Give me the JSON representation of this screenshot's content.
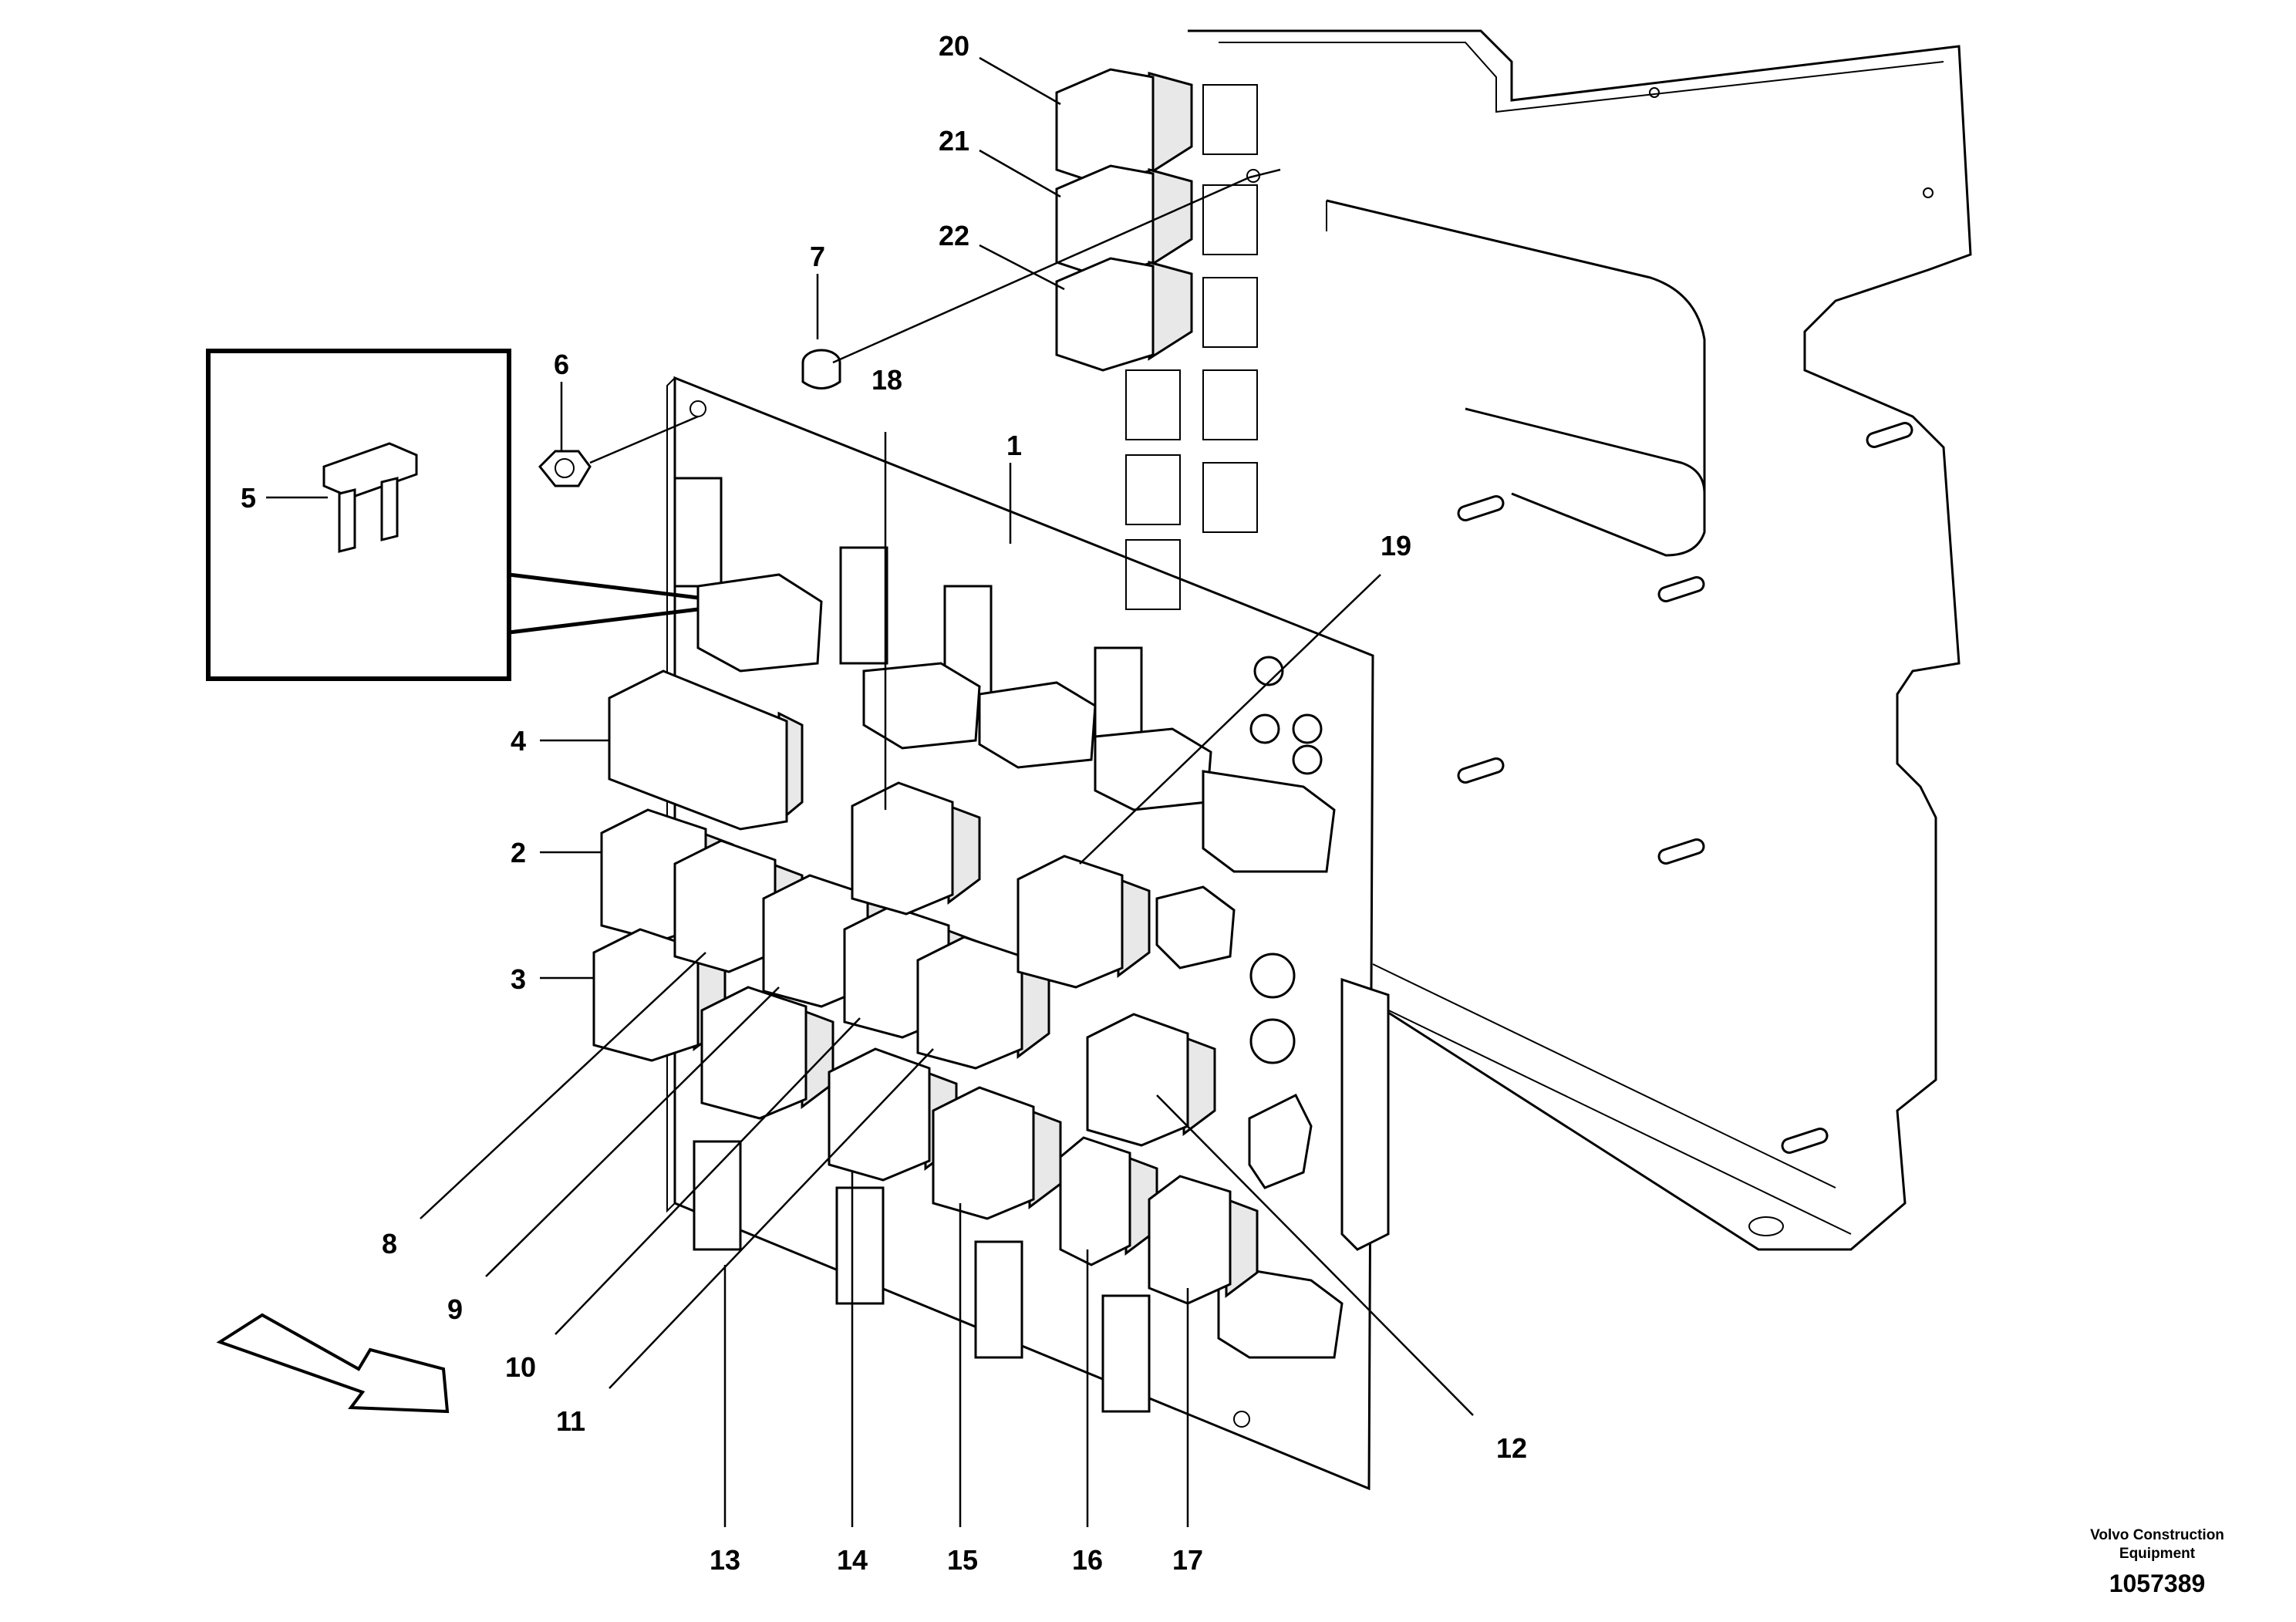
{
  "callouts": [
    {
      "id": "1",
      "label": "1"
    },
    {
      "id": "2",
      "label": "2"
    },
    {
      "id": "3",
      "label": "3"
    },
    {
      "id": "4",
      "label": "4"
    },
    {
      "id": "5",
      "label": "5"
    },
    {
      "id": "6",
      "label": "6"
    },
    {
      "id": "7",
      "label": "7"
    },
    {
      "id": "8",
      "label": "8"
    },
    {
      "id": "9",
      "label": "9"
    },
    {
      "id": "10",
      "label": "10"
    },
    {
      "id": "11",
      "label": "11"
    },
    {
      "id": "12",
      "label": "12"
    },
    {
      "id": "13",
      "label": "13"
    },
    {
      "id": "14",
      "label": "14"
    },
    {
      "id": "15",
      "label": "15"
    },
    {
      "id": "16",
      "label": "16"
    },
    {
      "id": "17",
      "label": "17"
    },
    {
      "id": "18",
      "label": "18"
    },
    {
      "id": "19",
      "label": "19"
    },
    {
      "id": "20",
      "label": "20"
    },
    {
      "id": "21",
      "label": "21"
    },
    {
      "id": "22",
      "label": "22"
    }
  ],
  "brand": {
    "line1": "Volvo Construction",
    "line2": "Equipment",
    "drawing_number": "1057389"
  }
}
